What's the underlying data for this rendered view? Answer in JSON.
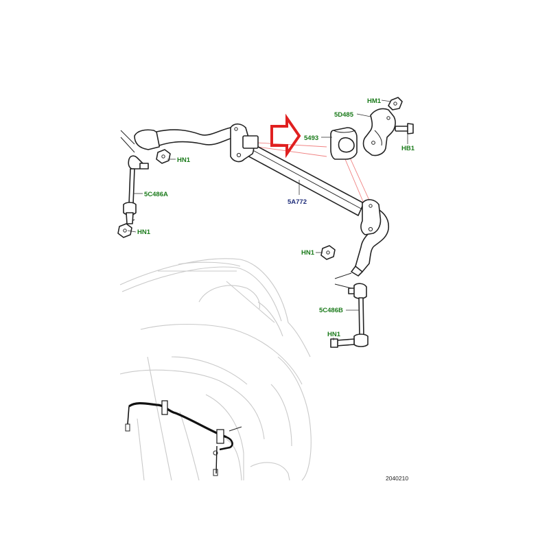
{
  "labels": {
    "hm1": "HM1",
    "p5d485": "5D485",
    "p5493": "5493",
    "hb1": "HB1",
    "hn1_a": "HN1",
    "p5c486a": "5C486A",
    "hn1_b": "HN1",
    "p5a772": "5A772",
    "hn1_c": "HN1",
    "p5c486b": "5C486B",
    "hn1_d": "HN1"
  },
  "reference_number": "2040210",
  "colors": {
    "part_label": "#1a7a1a",
    "main_part_label": "#1f2d7a",
    "highlight_arrow": "#e02020",
    "leader_highlight": "#f08080",
    "vehicle_outline": "#c9c9c9"
  },
  "highlight": {
    "icon": "red-arrow-icon",
    "points_to": "5493"
  }
}
